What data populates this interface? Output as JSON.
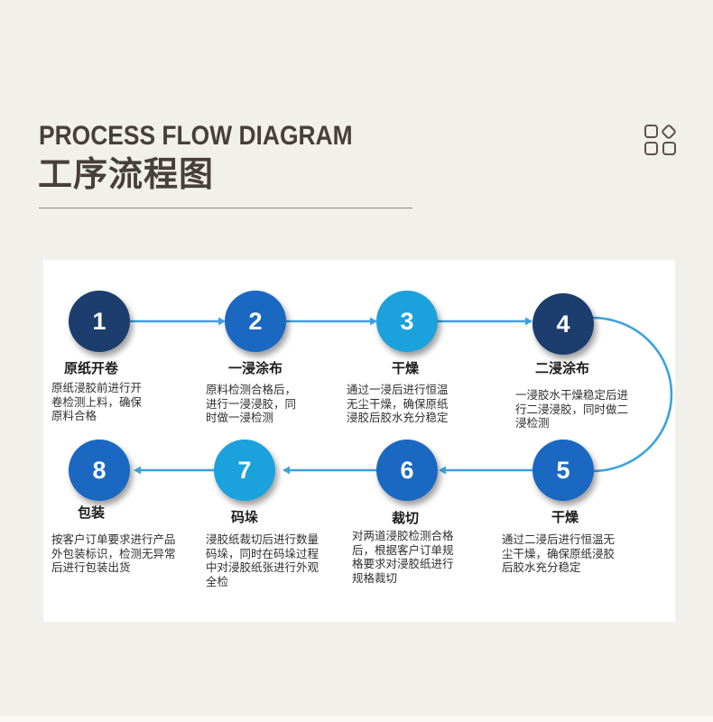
{
  "header": {
    "title_en": "PROCESS FLOW DIAGRAM",
    "title_cn": "工序流程图",
    "icon": "grid-diamond-icon"
  },
  "colors": {
    "background": "#f2f0eb",
    "title": "#463f3b",
    "panel": "#ffffff",
    "arrow": "#3aa3de",
    "navy": "#1c3d6e",
    "blue": "#1a68c2",
    "light_blue": "#1ba1dc"
  },
  "steps": [
    {
      "number": "1",
      "title": "原纸开卷",
      "color": "#1c3d6e",
      "desc": [
        "原纸浸胶前进行开",
        "卷检测上料，确保",
        "原料合格"
      ]
    },
    {
      "number": "2",
      "title": "一浸涂布",
      "color": "#1a68c2",
      "desc": [
        "原料检测合格后，",
        "进行一浸浸胶，同",
        "时做一浸检测"
      ]
    },
    {
      "number": "3",
      "title": "干燥",
      "color": "#1ba1dc",
      "desc": [
        "通过一浸后进行恒温",
        "无尘干燥，确保原纸",
        "浸胶后胶水充分稳定"
      ]
    },
    {
      "number": "4",
      "title": "二浸涂布",
      "color": "#1c3d6e",
      "desc": [
        "一浸胶水干燥稳定后进",
        "行二浸浸胶，同时做二",
        "浸检测"
      ]
    },
    {
      "number": "5",
      "title": "干燥",
      "color": "#1a68c2",
      "desc": [
        "通过二浸后进行恒温无",
        "尘干燥，确保原纸浸胶",
        "后胶水充分稳定"
      ]
    },
    {
      "number": "6",
      "title": "裁切",
      "color": "#1a68c2",
      "desc": [
        "对两道浸胶检测合格",
        "后，根据客户订单规",
        "格要求对浸胶纸进行",
        "规格裁切"
      ]
    },
    {
      "number": "7",
      "title": "码垛",
      "color": "#1ba1dc",
      "desc": [
        "浸胶纸裁切后进行数量",
        "码垛，同时在码垛过程",
        "中对浸胶纸张进行外观",
        "全检"
      ]
    },
    {
      "number": "8",
      "title": "包装",
      "color": "#1a68c2",
      "desc": [
        "按客户订单要求进行产品",
        "外包装标识，检测无异常",
        "后进行包装出货"
      ]
    }
  ]
}
